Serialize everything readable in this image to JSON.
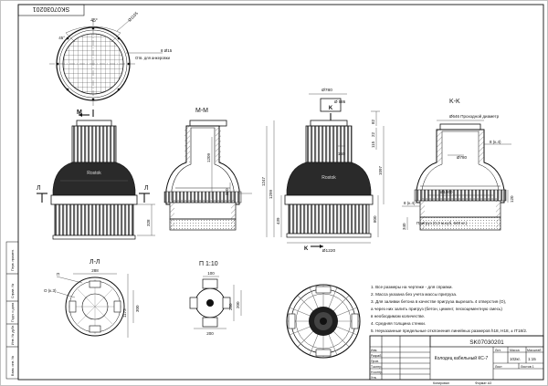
{
  "drawing": {
    "code": "SK07030201",
    "code_rotated": "SK07030201"
  },
  "plan_view": {
    "angle": "45°",
    "diameter": "Ø1165",
    "holes_note": "8 Ø15",
    "holes_sub": "Отв. для анкеровки",
    "section_mark": "M"
  },
  "views": {
    "mm_title": "M-M",
    "kk_title": "K-K",
    "ll_title": "Л-Л",
    "p_title": "П 1:10",
    "p_label": "П",
    "l_mark": "Л",
    "k_mark": "K",
    "brand": "Rostok"
  },
  "dims": {
    "d780": "Ø780",
    "d586": "Ø 586",
    "d646": "Ø646 Проходной диаметр",
    "d780b": "Ø780",
    "d1000": "Ø1000",
    "d1220": "Ø1220",
    "h1299": "1299",
    "h1247": "1247",
    "h1097": "1097",
    "h800": "800",
    "h439": "439",
    "h328": "328",
    "h120": "120",
    "h340": "340",
    "h82": "82",
    "h22": "22",
    "h115": "115",
    "h120b": "120",
    "h160": "160",
    "h350": "350",
    "h1209": "1209",
    "h8x4": "8 (к.4)",
    "h8x4b": "8 (к.4)",
    "h288": "288",
    "h1173": "1173",
    "h300": "300",
    "h0x3": "О (к.3)",
    "h100": "100",
    "h200": "200",
    "h250": "250",
    "h200b": "200",
    "h200c": "200"
  },
  "ballast": "Пригруз (0,3 м.куб, 640 кг.)",
  "notes": [
    "1. Все размеры на чертеже - для справки.",
    "2. Масса указана без учета массы пригруза.",
    "3. Для заливки бетона в качестве пригруза вырезать 4 отверстия (О),",
    "   а через них залить пригруз (бетон, цемент, пескоцементную смесь)",
    "   в необходимом количестве.",
    "4. Средняя толщина стенки.",
    "5. Неуказанные предельные отклонения линейных размеров h18, H18, ± IT18/2."
  ],
  "title_block": {
    "code": "SK07030201",
    "name": "Колодец кабельный КС-7",
    "lit_header": "Лит.",
    "mass_header": "Масса",
    "scale_header": "Масштаб",
    "mass": "102кг.",
    "scale": "1:15",
    "sheet_label": "Лист",
    "sheets_label": "Листов 1",
    "format": "Формат A3",
    "rows": [
      "Изм.",
      "Разраб.",
      "Пров.",
      "Т.контр.",
      "Н.контр.",
      "Утв."
    ],
    "copy": "Копировал"
  },
  "side_stamps": [
    "Перв. примен.",
    "Справ. №",
    "Подп. и дата",
    "Инв. № дубл.",
    "Взам. инв. №",
    "Подп. и дата",
    "Инв. № подл."
  ]
}
